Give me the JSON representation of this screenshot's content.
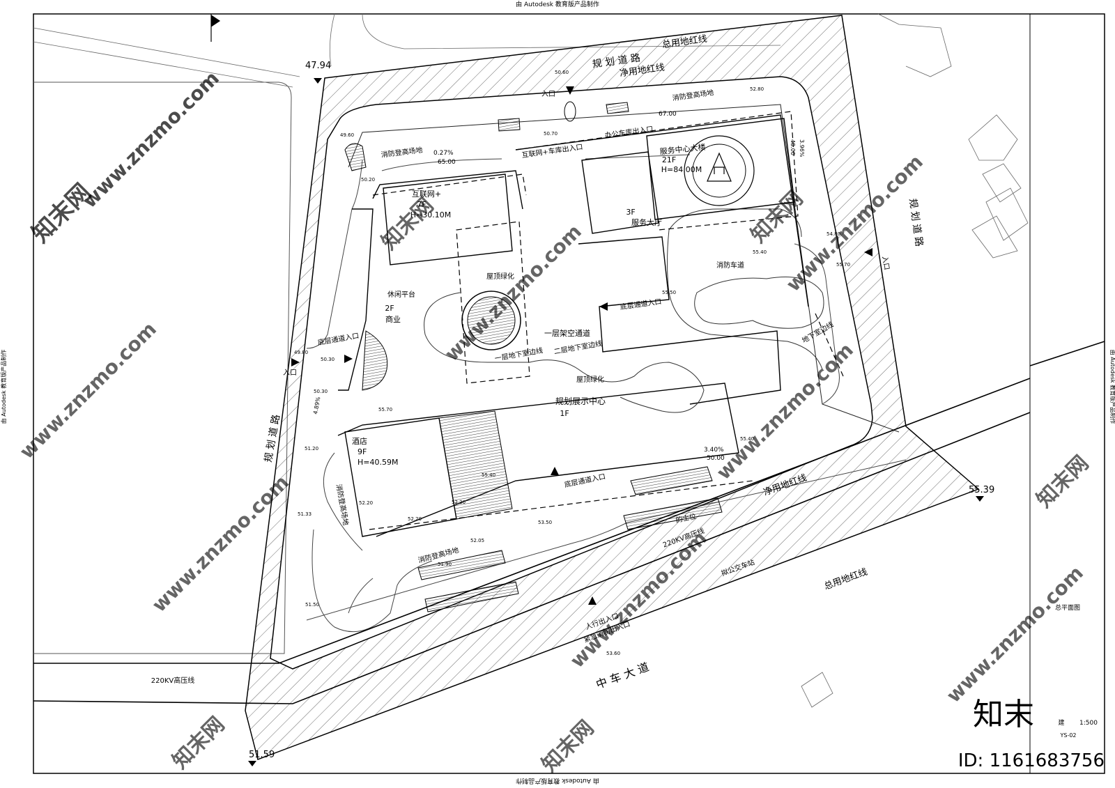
{
  "header": {
    "top_note": "由 Autodesk 教育版产品制作",
    "bottom_note": "由 Autodesk 教育版产品制作",
    "side_note": "由 Autodesk 教育版产品制作"
  },
  "roads": {
    "north": "规 划 道 路",
    "east": "规 划 道 路",
    "west": "规 划 道 路",
    "south": "中 车 大 道"
  },
  "red_lines": {
    "total_north": "总用地红线",
    "net_north": "净用地红线",
    "net_south": "净用地红线",
    "total_south": "总用地红线"
  },
  "power_line": {
    "label_1": "220KV高压线",
    "label_2": "220KV高压线"
  },
  "corner_elevations": {
    "nw": "47.94",
    "sw": "51.59",
    "se": "55.39"
  },
  "buildings": {
    "internet": {
      "name": "互联网+",
      "floors": "7F",
      "height": "H=30.10M"
    },
    "service_tower": {
      "name": "服务中心大楼",
      "floors": "21F",
      "height": "H=84.00M"
    },
    "service_hall": {
      "floors": "3F",
      "name": "服务大厅"
    },
    "commercial": {
      "floors": "2F",
      "name": "商业"
    },
    "hotel": {
      "name": "酒店",
      "floors": "9F",
      "height": "H=40.59M"
    },
    "exhibition": {
      "name": "规划展示中心",
      "floors": "1F"
    }
  },
  "labels": {
    "entrance_n": "入口",
    "entrance_w": "入口",
    "entrance_e": "入口",
    "fire_site_n": "消防登高场地",
    "fire_site_nw": "消防登高场地",
    "fire_site_s": "消防登高场地",
    "fire_site_w": "消防登高场地",
    "internet_garage": "互联网+车库出入口",
    "office_garage": "办公车库出入口",
    "fire_lane": "消防车道",
    "ground_passage_e": "底层通道入口",
    "ground_passage_w": "底层通道入口",
    "ground_passage_s": "底层通道入口",
    "basement_e": "地下室边线",
    "basement_1": "一层地下室边线",
    "basement_2": "二层地下室边线",
    "elevated_passage": "一层架空通道",
    "roof_green_1": "屋顶绿化",
    "roof_green_2": "屋顶绿化",
    "leisure": "休闲平台",
    "bus_stop": "拟公交车站",
    "taxi": "的士位",
    "ped_entrance": "人行出入口",
    "emergency_exit": "紧急消防出入口"
  },
  "elevations": [
    "50.60",
    "52.80",
    "67.00",
    "49.60",
    "50.70",
    "65.00",
    "0.27%",
    "50.20",
    "3.96%",
    "48.00",
    "54.80",
    "55.40",
    "55.50",
    "55.70",
    "49.80",
    "50.30",
    "50.30",
    "55.70",
    "51.20",
    "51.33",
    "52.20",
    "52.20",
    "52.20",
    "53.50",
    "52.05",
    "55.40",
    "3.40%",
    "50.00",
    "51.50",
    "51.90",
    "4.89%",
    "53.60",
    "55.40"
  ],
  "title_block": {
    "drawing_name": "总平面图",
    "discipline": "建",
    "scale": "1:500",
    "sheet_no": "YS-02"
  },
  "watermarks": {
    "brand": "知末网",
    "url": "www.znzmo.com",
    "logo": "知末",
    "id": "ID: 1161683756"
  }
}
